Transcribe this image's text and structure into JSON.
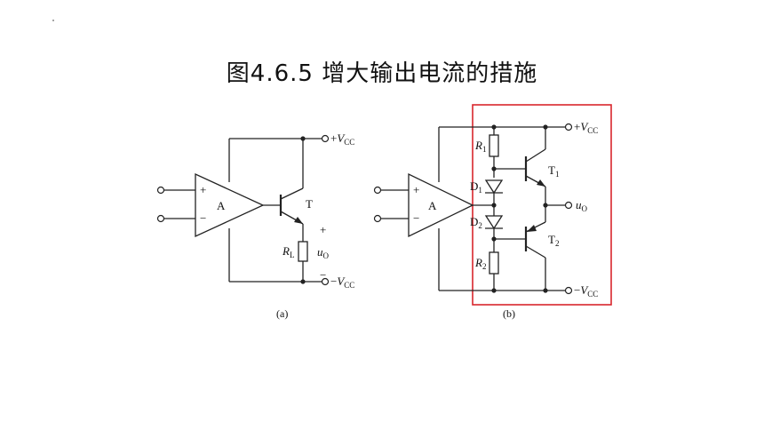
{
  "title": "图4.6.5  增大输出电流的措施",
  "circuit_a": {
    "amp_label": "A",
    "plus_input": "+",
    "minus_input": "−",
    "transistor": "T",
    "resistor_label": "R",
    "resistor_sub": "L",
    "vcc_pos_prefix": "+",
    "vcc_neg_prefix": "−",
    "vcc_letter": "V",
    "vcc_sub": "CC",
    "out_plus": "+",
    "out_minus": "−",
    "out_letter": "u",
    "out_sub": "O",
    "caption": "(a)"
  },
  "circuit_b": {
    "amp_label": "A",
    "plus_input": "+",
    "minus_input": "−",
    "r1_letter": "R",
    "r1_sub": "1",
    "r2_letter": "R",
    "r2_sub": "2",
    "d1_letter": "D",
    "d1_sub": "1",
    "d2_letter": "D",
    "d2_sub": "2",
    "t1_letter": "T",
    "t1_sub": "1",
    "t2_letter": "T",
    "t2_sub": "2",
    "vcc_pos_prefix": "+",
    "vcc_neg_prefix": "−",
    "vcc_letter": "V",
    "vcc_sub": "CC",
    "out_letter": "u",
    "out_sub": "O",
    "caption": "(b)"
  },
  "colors": {
    "highlight_box": "#d9262c",
    "wire": "#222222"
  }
}
